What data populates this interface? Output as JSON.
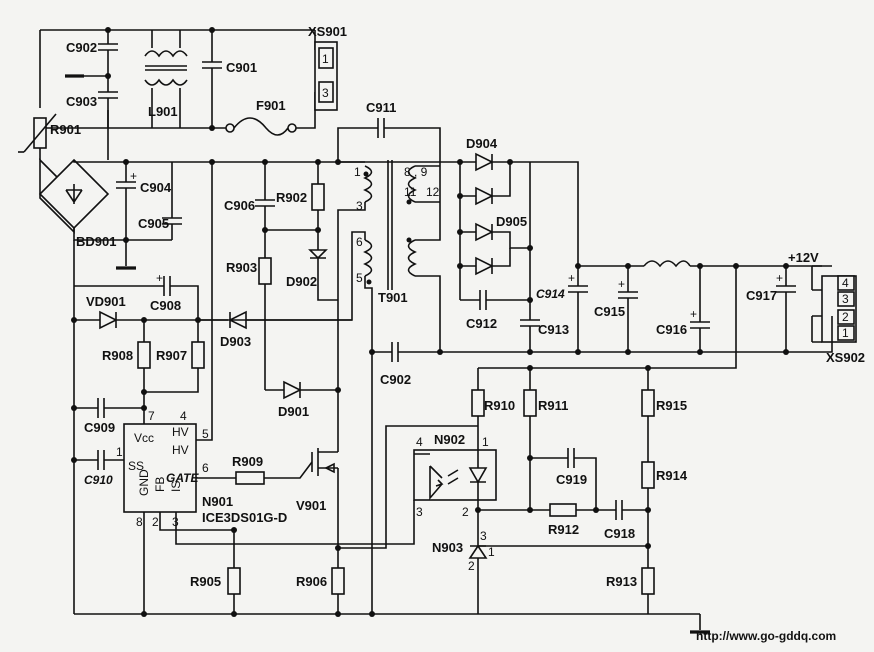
{
  "connectors": {
    "xs901": {
      "name": "XS901",
      "pins": [
        "1",
        "3"
      ]
    },
    "xs902": {
      "name": "XS902",
      "pins": [
        "4",
        "3",
        "2",
        "1"
      ],
      "rail": "+12V"
    }
  },
  "components": {
    "c902_top": "C902",
    "c903": "C903",
    "l901": "L901",
    "c901": "C901",
    "f901": "F901",
    "r901": "R901",
    "bd901": "BD901",
    "c904": "C904",
    "c905": "C905",
    "c906": "C906",
    "r902": "R902",
    "r903": "R903",
    "d902": "D902",
    "c911": "C911",
    "t901": "T901",
    "d904": "D904",
    "d905": "D905",
    "c912": "C912",
    "c913": "C913",
    "c914": "C914",
    "c915": "C915",
    "c916": "C916",
    "c917": "C917",
    "vd901": "VD901",
    "c908": "C908",
    "d903": "D903",
    "r908": "R908",
    "r907": "R907",
    "c902_bottom": "C902",
    "d901": "D901",
    "c909": "C909",
    "c910": "C910",
    "r909": "R909",
    "v901": "V901",
    "n901": "N901",
    "n901_part": "ICE3DS01G-D",
    "r905": "R905",
    "r906": "R906",
    "r910": "R910",
    "r911": "R911",
    "r915": "R915",
    "r914": "R914",
    "r913": "R913",
    "r912": "R912",
    "c919": "C919",
    "c918": "C918",
    "n902": "N902",
    "n903": "N903"
  },
  "transformer_pins": {
    "p1": "1",
    "p3": "3",
    "p6": "6",
    "p5": "5",
    "p89": "8 , 9",
    "p11": "11",
    "p12": "12"
  },
  "ic_pins": {
    "vcc": "Vcc",
    "hv1": "HV",
    "hv2": "HV",
    "ss": "SS",
    "gate": "GATE",
    "gnd": "GND",
    "fb": "FB",
    "is": "IS",
    "n7": "7",
    "n4": "4",
    "n5": "5",
    "n1": "1",
    "n6": "6",
    "n8": "8",
    "n2": "2",
    "n3": "3"
  },
  "opto_pins": {
    "n4": "4",
    "n1": "1",
    "n3": "3",
    "n2": "2"
  },
  "reg_pins": {
    "n3": "3",
    "n1": "1",
    "n2": "2"
  },
  "watermark": "http://www.go-gddq.com"
}
